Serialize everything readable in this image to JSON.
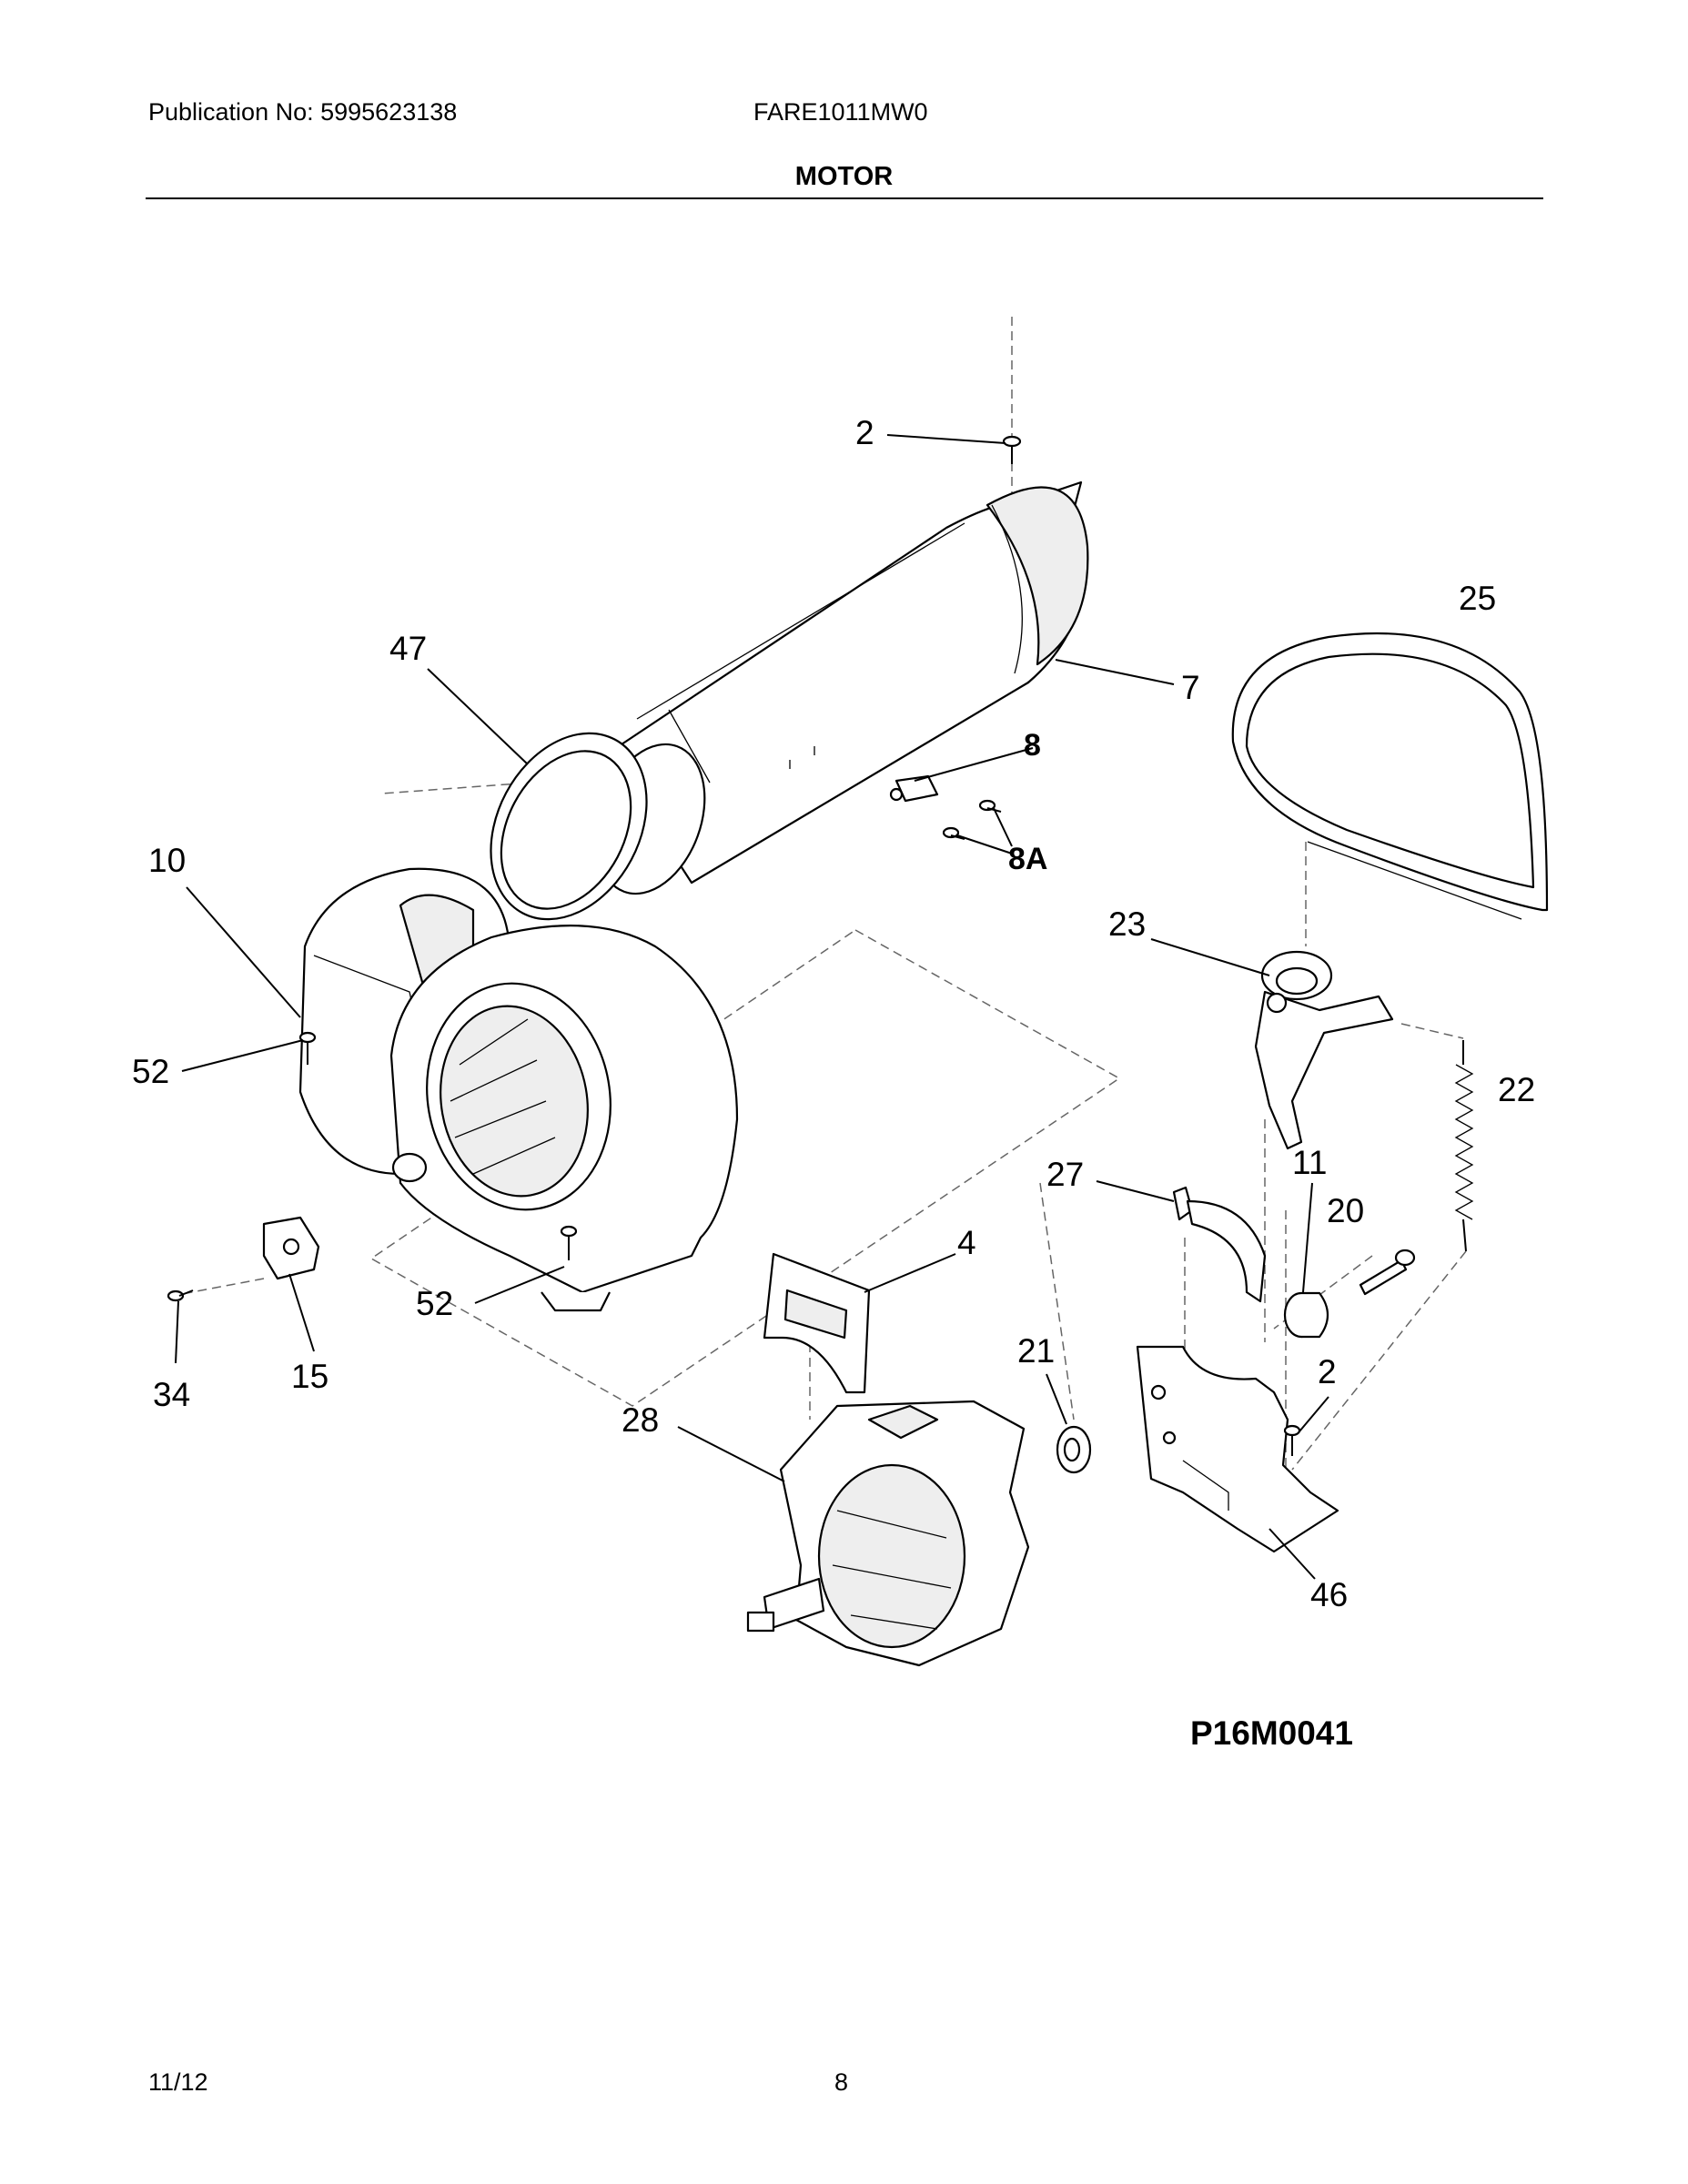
{
  "header": {
    "publication": "Publication No: 5995623138",
    "model": "FARE1011MW0",
    "section_title": "MOTOR"
  },
  "diagram": {
    "figure_code": "P16M0041",
    "callouts": {
      "c2_top": "2",
      "c25": "25",
      "c47": "47",
      "c7": "7",
      "c8": "8",
      "c8a": "8A",
      "c10": "10",
      "c23": "23",
      "c52_left": "52",
      "c22": "22",
      "c11": "11",
      "c27": "27",
      "c20": "20",
      "c4": "4",
      "c52_bottom": "52",
      "c21": "21",
      "c2_bracket": "2",
      "c34": "34",
      "c15": "15",
      "c28": "28",
      "c46": "46"
    }
  },
  "footer": {
    "date": "11/12",
    "page": "8"
  }
}
